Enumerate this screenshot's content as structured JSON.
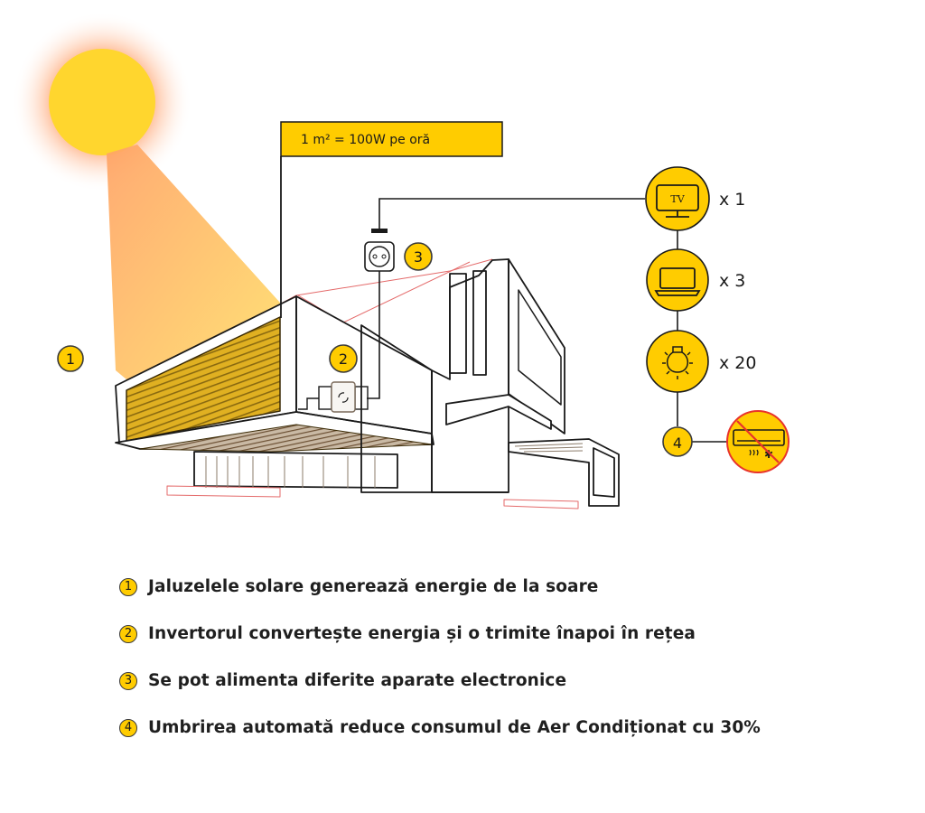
{
  "colors": {
    "accent_yellow": "#ffcc00",
    "sun": "#ffd62e",
    "sun_glow": "#ffb48a",
    "beam_start": "#ffa366",
    "beam_end": "#ffd966",
    "blinds": "#d9a80f",
    "forbidden_red": "#e8322b",
    "outline": "#1a1a1a",
    "guide_red": "#e46a6a"
  },
  "callout": {
    "text": "1 m² =  100W pe oră"
  },
  "markers": {
    "blinds": "1",
    "inverter": "2",
    "socket": "3",
    "ac": "4"
  },
  "devices": [
    {
      "name": "tv",
      "icon": "tv-icon",
      "icon_label": "TV",
      "count": "x 1"
    },
    {
      "name": "laptop",
      "icon": "laptop-icon",
      "count": "x 3"
    },
    {
      "name": "bulb",
      "icon": "light-bulb-icon",
      "count": "x 20"
    }
  ],
  "ac_unit": {
    "icon": "air-conditioner-crossed-icon",
    "marker": "4"
  },
  "legend": [
    {
      "num": "1",
      "text": "Jaluzelele solare generează energie de la soare"
    },
    {
      "num": "2",
      "text": "Invertorul convertește energia și o trimite înapoi în rețea"
    },
    {
      "num": "3",
      "text": "Se pot alimenta diferite aparate electronice"
    },
    {
      "num": "4",
      "text": "Umbrirea automată reduce consumul de Aer Condiționat cu 30%"
    }
  ]
}
